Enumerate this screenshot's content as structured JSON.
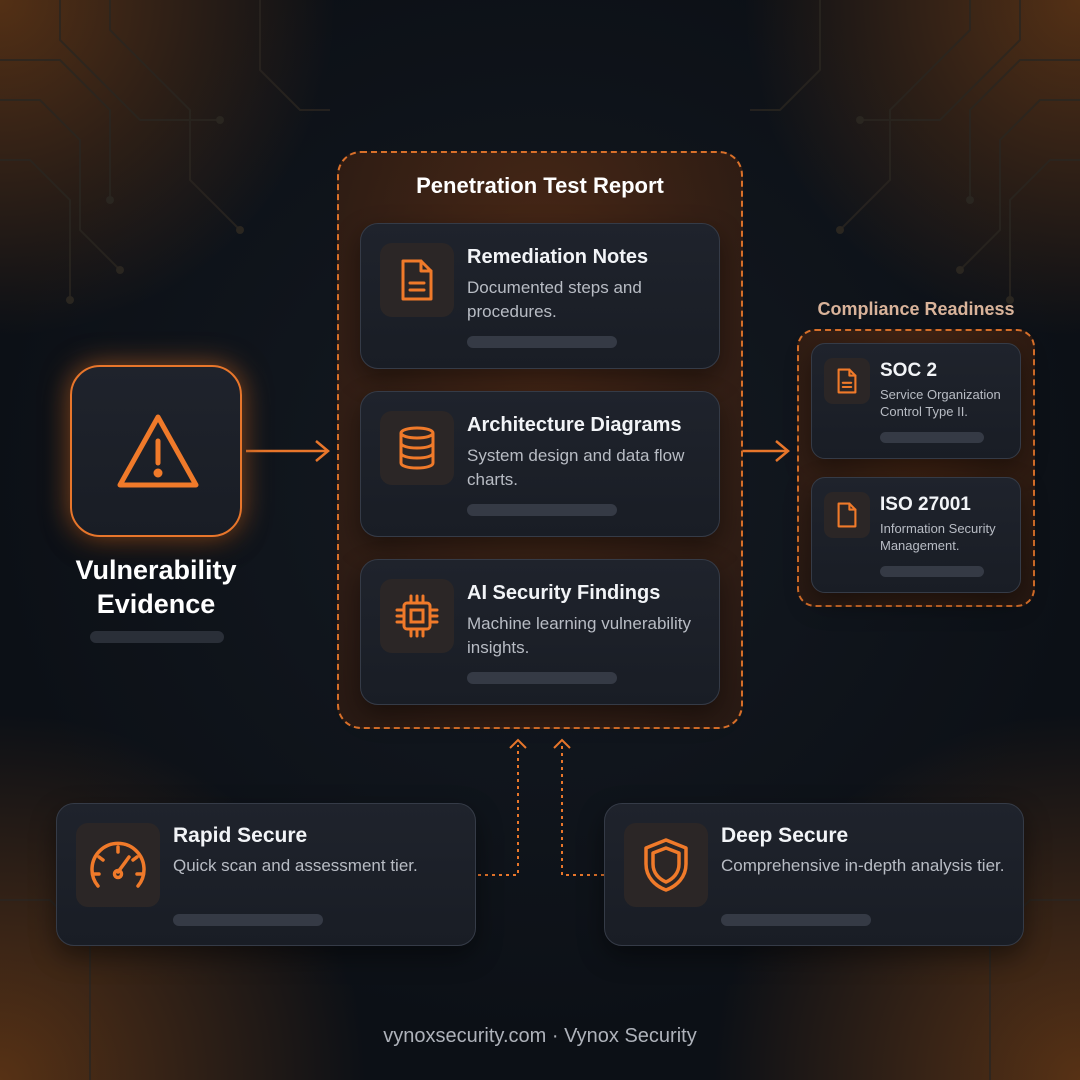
{
  "report": {
    "title": "Penetration Test Report",
    "items": [
      {
        "title": "Remediation Notes",
        "desc": "Documented steps and procedures.",
        "icon": "document-icon"
      },
      {
        "title": "Architecture Diagrams",
        "desc": "System design and data flow charts.",
        "icon": "database-icon"
      },
      {
        "title": "AI Security Findings",
        "desc": "Machine learning vulnerability insights.",
        "icon": "chip-icon"
      }
    ]
  },
  "evidence": {
    "title_line1": "Vulnerability",
    "title_line2": "Evidence",
    "icon": "warning-icon"
  },
  "compliance": {
    "title": "Compliance Readiness",
    "items": [
      {
        "title": "SOC 2",
        "desc": "Service Organization Control Type II.",
        "icon": "document-icon"
      },
      {
        "title": "ISO 27001",
        "desc": "Information Security Management.",
        "icon": "file-icon"
      }
    ]
  },
  "tiers": [
    {
      "title": "Rapid Secure",
      "desc": "Quick scan and assessment tier.",
      "icon": "speedometer-icon"
    },
    {
      "title": "Deep Secure",
      "desc": "Comprehensive in-depth analysis tier.",
      "icon": "shield-icon"
    }
  ],
  "footer": "vynoxsecurity.com · Vynox Security",
  "colors": {
    "accent": "#f07a2a",
    "background": "#0c1016",
    "card": "#1d2129"
  }
}
